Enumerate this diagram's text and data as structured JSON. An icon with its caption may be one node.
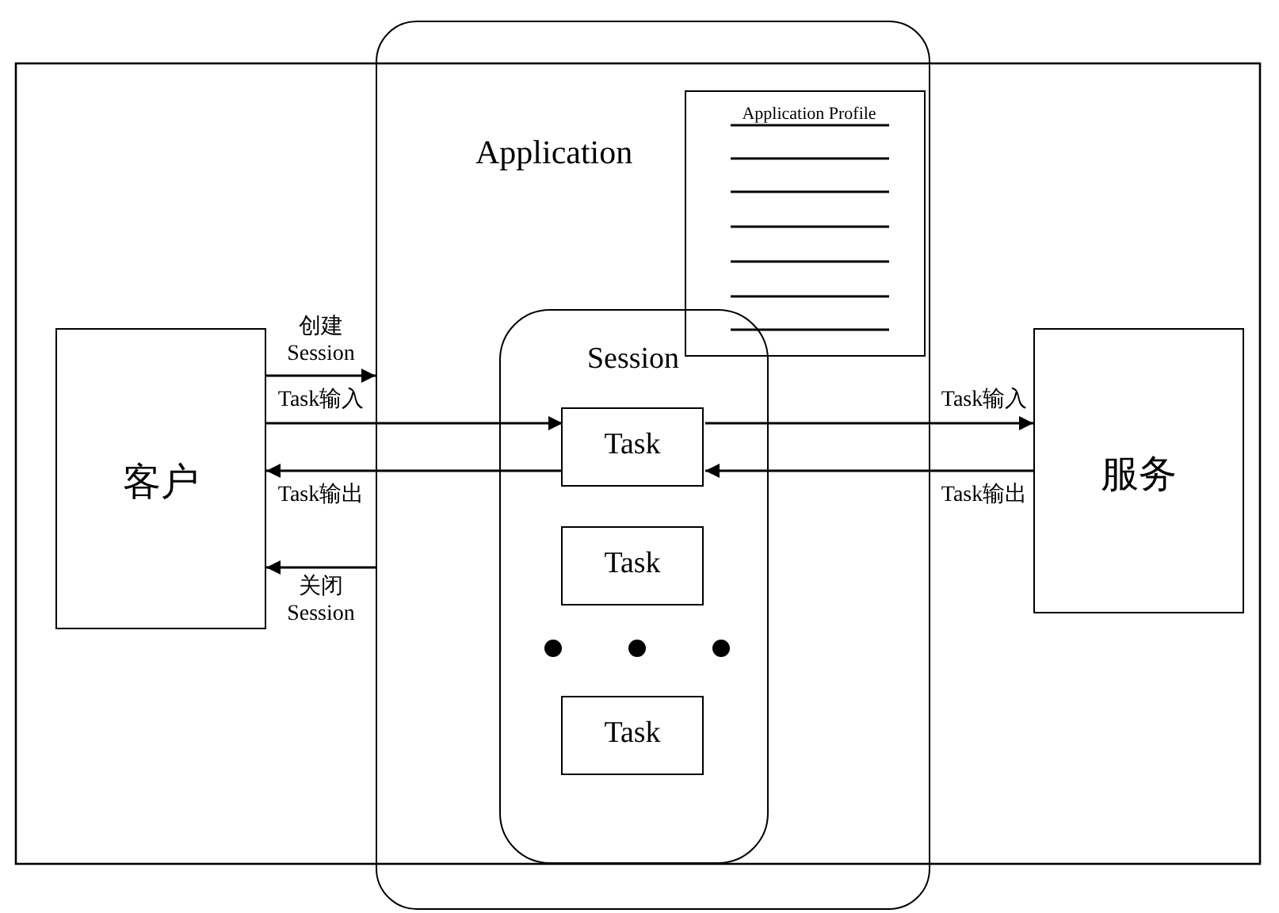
{
  "diagram": {
    "nodes": [
      {
        "text": [
          "客户"
        ]
      },
      {
        "text": [
          "Application"
        ]
      },
      {
        "text": [
          "Application Profile"
        ],
        "in": 1
      },
      {
        "text": [
          "Session"
        ],
        "in": 1
      },
      {
        "text": [
          "Task"
        ],
        "in": 3
      },
      {
        "text": [
          "Task"
        ],
        "in": 3
      },
      {
        "text": [
          "Task"
        ],
        "in": 3
      },
      {
        "text": [
          "服务"
        ]
      }
    ],
    "edges": [
      {
        "from": 0,
        "to": 1,
        "arrow": "to",
        "label": "创建 Session"
      },
      {
        "from": 0,
        "to": 4,
        "arrow": "to",
        "label": "Task输入"
      },
      {
        "from": 4,
        "to": 0,
        "arrow": "to",
        "label": "Task输出"
      },
      {
        "from": 1,
        "to": 0,
        "arrow": "to",
        "label": "关闭 Session"
      },
      {
        "from": 4,
        "to": 7,
        "arrow": "to",
        "label": "Task输入"
      },
      {
        "from": 7,
        "to": 4,
        "arrow": "to",
        "label": "Task输出"
      }
    ]
  }
}
